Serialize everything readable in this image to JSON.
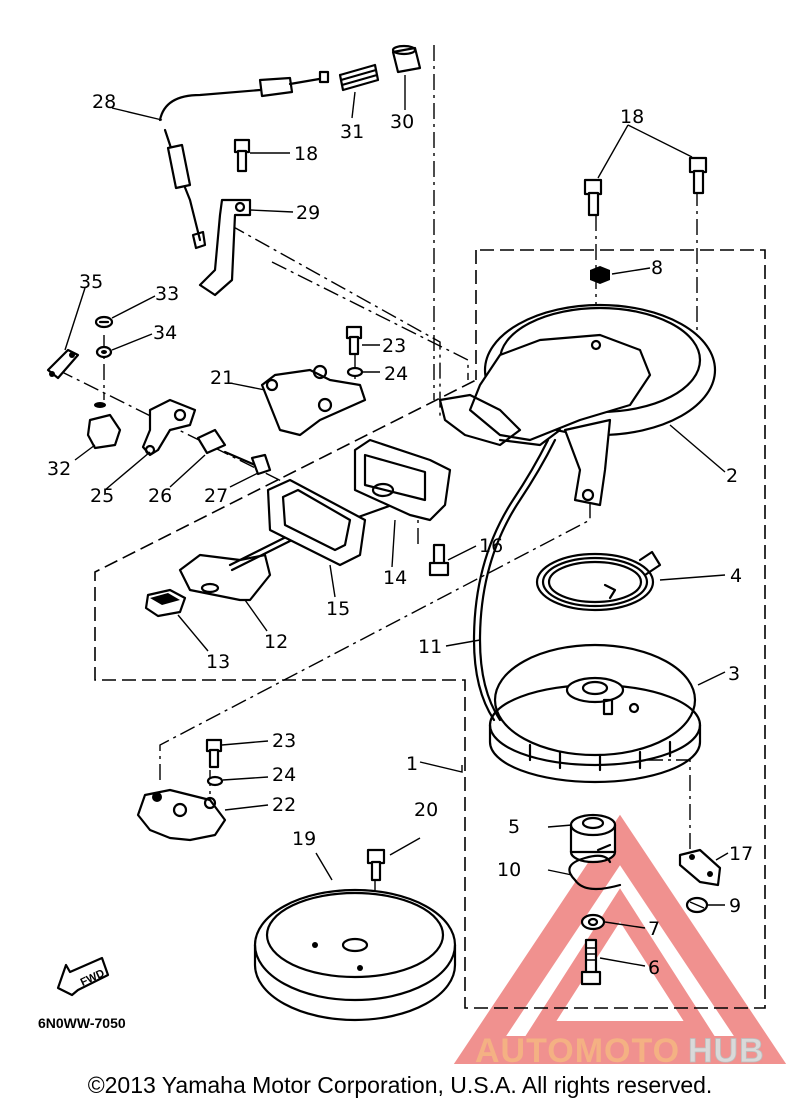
{
  "labels": {
    "n1": "1",
    "n2": "2",
    "n3": "3",
    "n4": "4",
    "n5": "5",
    "n6": "6",
    "n7": "7",
    "n8": "8",
    "n9": "9",
    "n10": "10",
    "n11": "11",
    "n12": "12",
    "n13": "13",
    "n14": "14",
    "n15": "15",
    "n16": "16",
    "n17": "17",
    "n18a": "18",
    "n18b": "18",
    "n19": "19",
    "n20": "20",
    "n21": "21",
    "n22": "22",
    "n23a": "23",
    "n23b": "23",
    "n24a": "24",
    "n24b": "24",
    "n25": "25",
    "n26": "26",
    "n27": "27",
    "n28": "28",
    "n29": "29",
    "n30": "30",
    "n31": "31",
    "n32": "32",
    "n33": "33",
    "n34": "34",
    "n35": "35"
  },
  "diagram_code": "6N0WW-7050",
  "fwd_label": "FWD",
  "watermark": {
    "part1": "AUTOMOTO",
    "part2": "HUB",
    "color1": "#f4b183",
    "color2": "#d9d9d9",
    "triangle_color": "#e53935"
  },
  "copyright": "©2013 Yamaha Motor Corporation, U.S.A. All rights reserved."
}
